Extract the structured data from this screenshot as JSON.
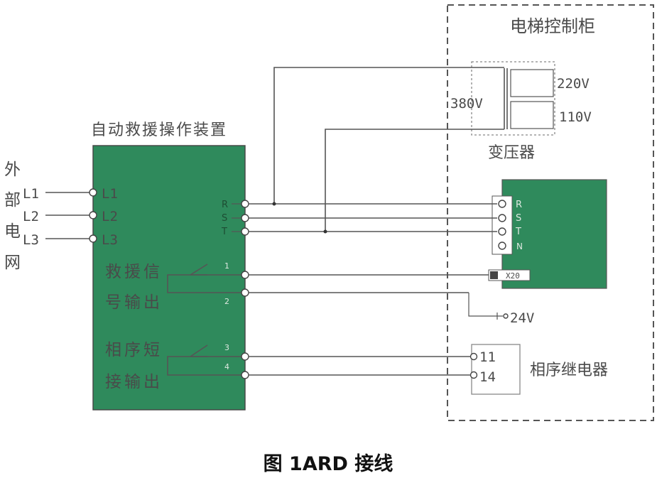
{
  "cabinet_title": "电梯控制柜",
  "device_title": "自动救援操作装置",
  "grid_label_chars": [
    "外",
    "部",
    "电",
    "网"
  ],
  "grid_lines": [
    "L1",
    "L2",
    "L3"
  ],
  "device_inputs": [
    "L1",
    "L2",
    "L3"
  ],
  "device_rst": [
    "R",
    "S",
    "T"
  ],
  "rescue_label_lines": [
    "救援信",
    "号输出"
  ],
  "phase_label_lines": [
    "相序短",
    "接输出"
  ],
  "contact_numbers": [
    "1",
    "2",
    "3",
    "4"
  ],
  "transformer": {
    "primary": "380V",
    "secondary_1": "220V",
    "secondary_2": "110V",
    "label": "变压器"
  },
  "controller": {
    "terminals": [
      "R",
      "S",
      "T"
    ],
    "extra_terminal": "N",
    "x20_label": "X20"
  },
  "supply_24v": "24V",
  "relay": {
    "label": "相序继电器",
    "terminals": [
      "11",
      "14"
    ]
  },
  "caption": "图 1ARD 接线",
  "colors": {
    "box_green": "#2f8a5c",
    "wire": "#555555",
    "text": "#4a4a4a"
  }
}
